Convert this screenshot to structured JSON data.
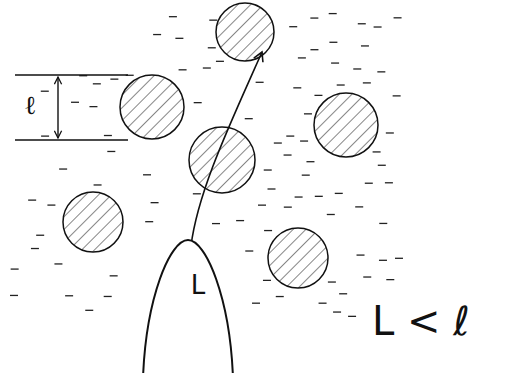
{
  "diagram": {
    "nodes": [
      {
        "text": [
          "L"
        ]
      }
    ],
    "labels": [
      "ℓ",
      "L < ℓ"
    ]
  }
}
